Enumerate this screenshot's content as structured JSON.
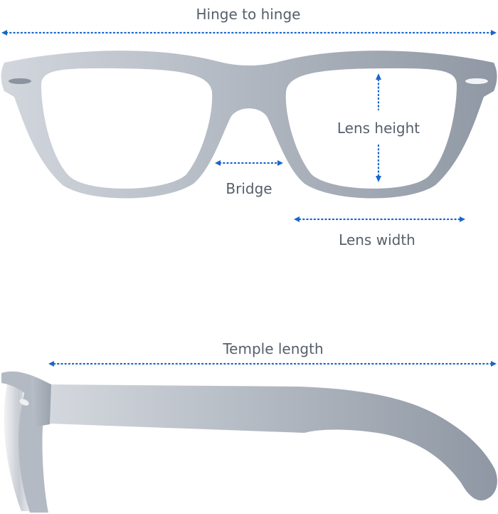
{
  "labels": {
    "hinge_to_hinge": "Hinge to hinge",
    "lens_height": "Lens height",
    "bridge": "Bridge",
    "lens_width": "Lens width",
    "temple_length": "Temple length"
  },
  "colors": {
    "frame_light": "#d2d6dd",
    "frame_dark": "#8f98a4",
    "arrow": "#1b66c9",
    "text": "#555f6b"
  }
}
